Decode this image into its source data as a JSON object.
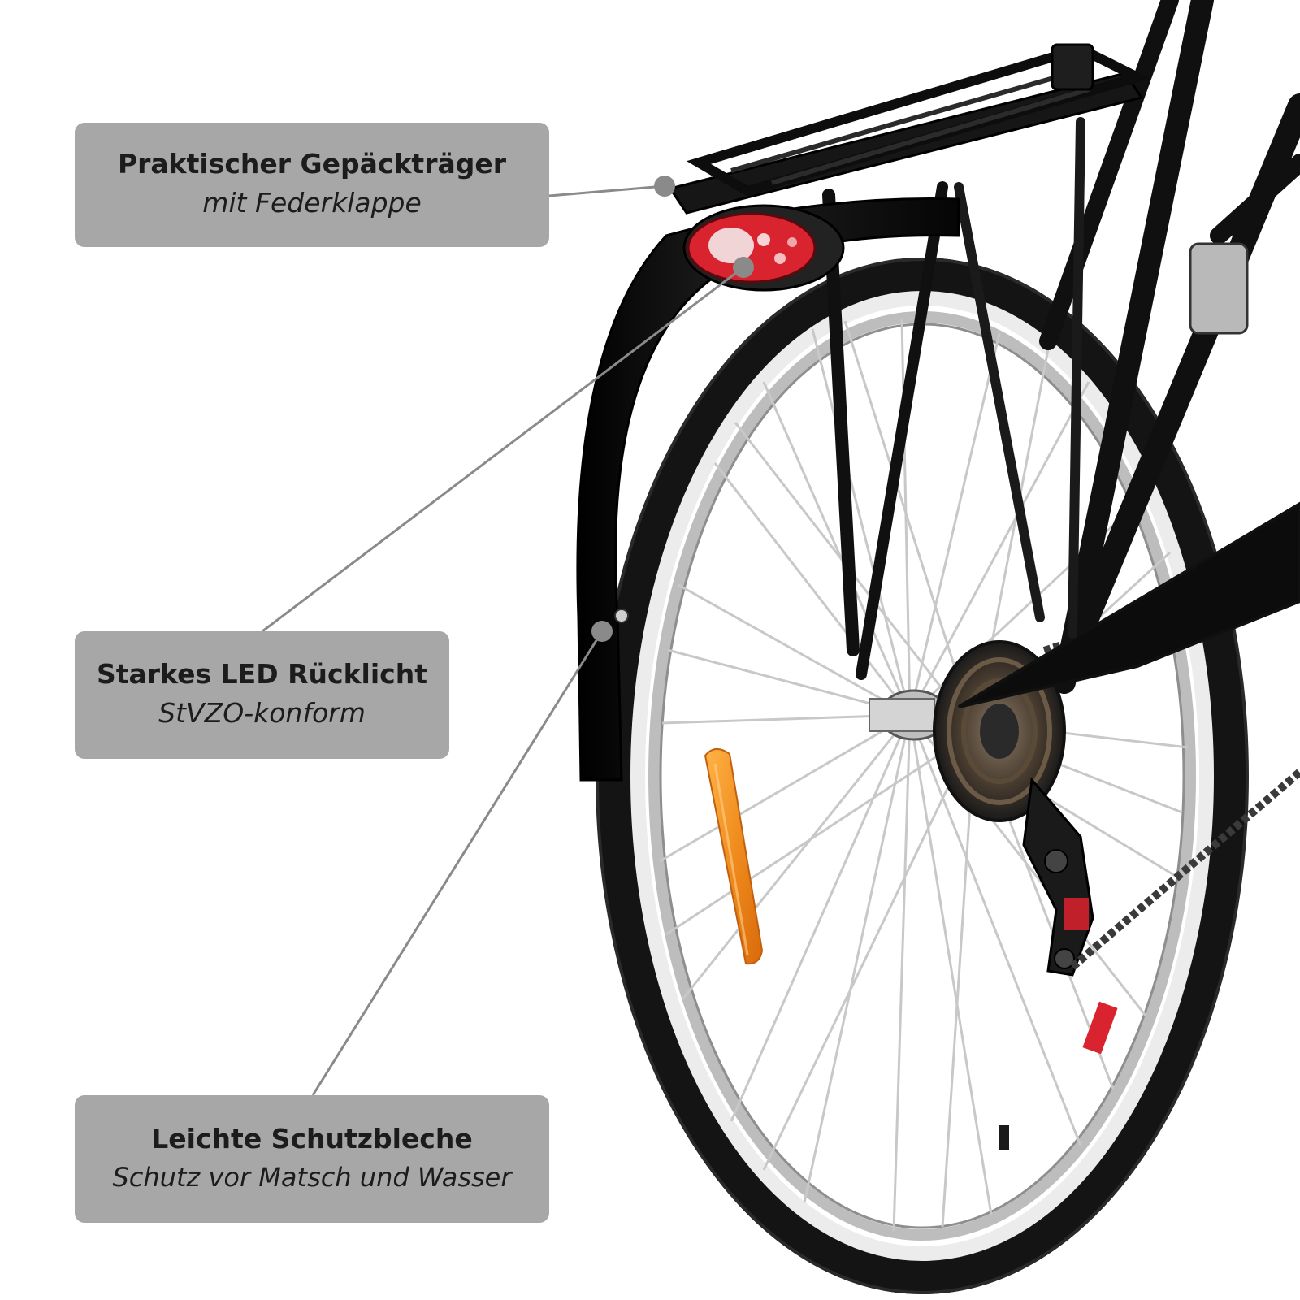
{
  "callouts": [
    {
      "title": "Praktischer Gepäckträger",
      "subtitle": "mit Federklappe"
    },
    {
      "title": "Starkes LED Rücklicht",
      "subtitle": "StVZO-konform"
    },
    {
      "title": "Leichte Schutzbleche",
      "subtitle": "Schutz vor Matsch und Wasser"
    }
  ],
  "colors": {
    "callout_background": "#a7a7a7",
    "callout_text": "#1c1c1c",
    "leader_line": "#8a8a8a",
    "frame": "#101010",
    "tire": "#141414",
    "rim": "#d9d9d9",
    "spoke": "#c8c8c8",
    "reflector": "#f08c1e",
    "tail_light": "#d9232e"
  }
}
